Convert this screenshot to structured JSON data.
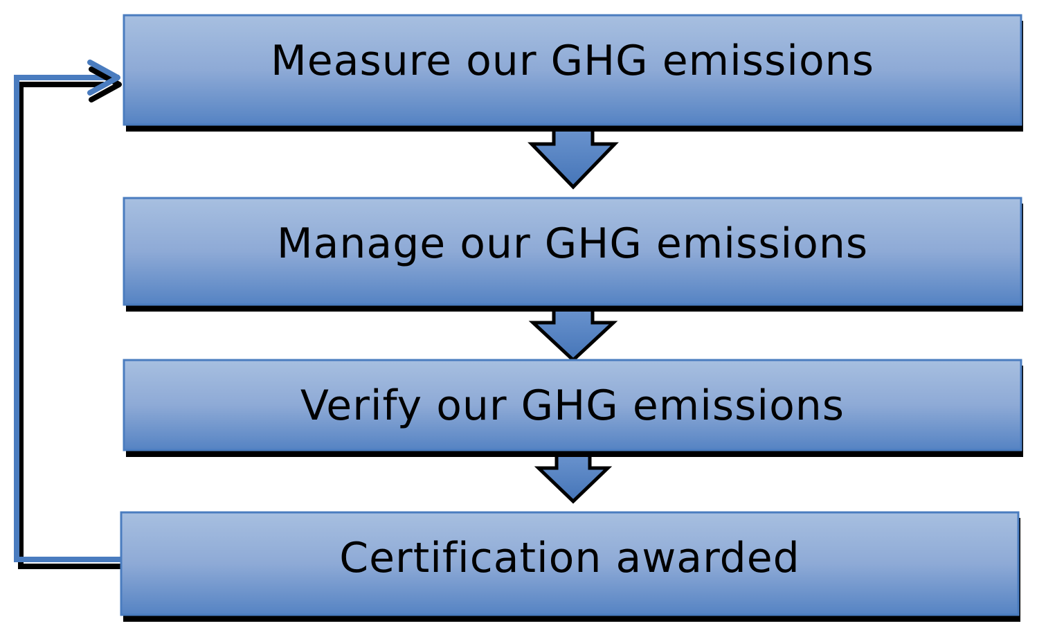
{
  "steps": [
    {
      "label": "Measure our GHG emissions"
    },
    {
      "label": "Manage our GHG emissions"
    },
    {
      "label": "Verify our GHG emissions"
    },
    {
      "label": "Certification awarded"
    }
  ],
  "colors": {
    "box_top": "#a7bfe0",
    "box_bottom": "#4f7fc0",
    "box_border": "#4a7cbf",
    "shadow": "#000000",
    "arrow": "#4a7cbf",
    "text": "#000000"
  }
}
